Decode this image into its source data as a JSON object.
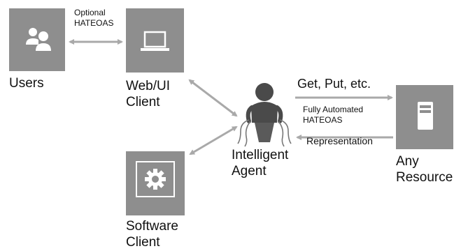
{
  "nodes": {
    "users": {
      "line1": "Users"
    },
    "web_client": {
      "line1": "Web/UI",
      "line2": "Client"
    },
    "software_client": {
      "line1": "Software",
      "line2": "Client"
    },
    "agent": {
      "line1": "Intelligent",
      "line2": "Agent"
    },
    "resource": {
      "line1": "Any",
      "line2": "Resource"
    }
  },
  "edges": {
    "optional": {
      "line1": "Optional",
      "line2": "HATEOAS"
    },
    "get_put": {
      "label": "Get, Put, etc."
    },
    "fully_automated": {
      "line1": "Fully Automated",
      "line2": "HATEOAS"
    },
    "representation": {
      "label": "Representation"
    }
  },
  "icons": [
    "users-icon",
    "laptop-icon",
    "gear-icon",
    "robot-agent-icon",
    "server-icon"
  ],
  "colors": {
    "box": "#8e8e8e",
    "arrow": "#a9a9a9",
    "agent": "#4a4a4a",
    "text": "#111111"
  }
}
